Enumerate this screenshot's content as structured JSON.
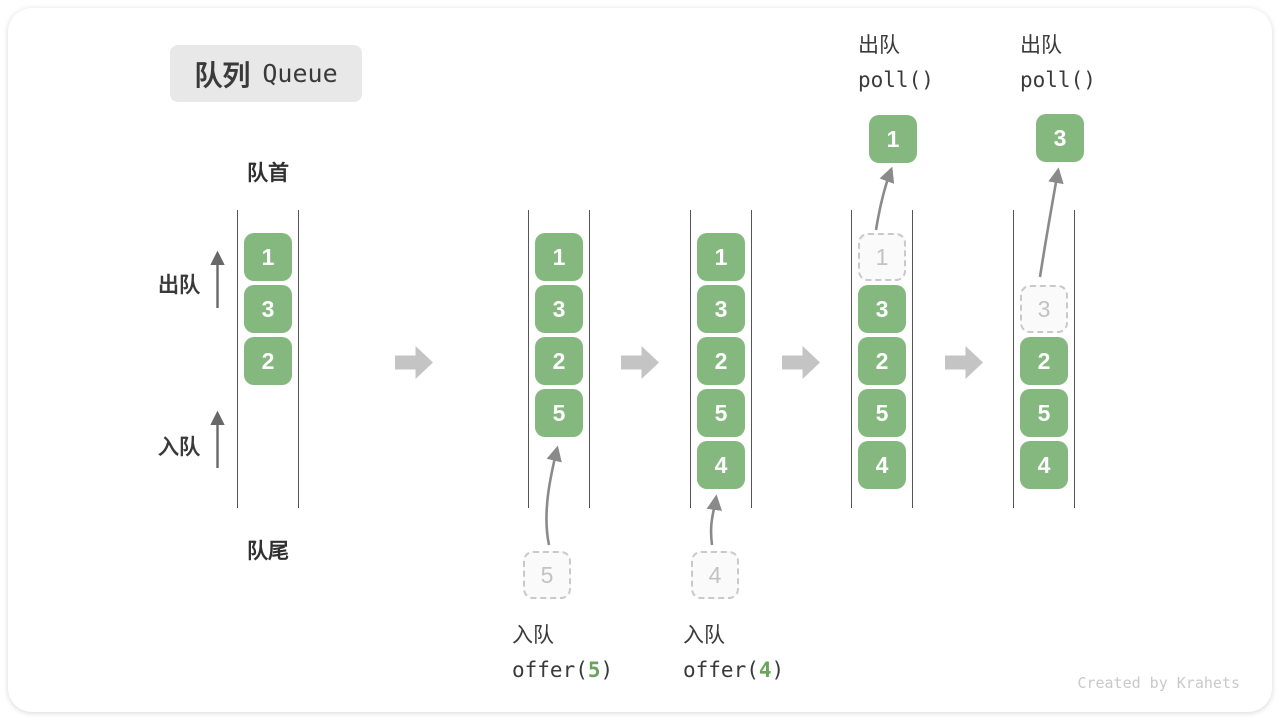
{
  "title": {
    "zh": "队列",
    "en": "Queue"
  },
  "pointers": {
    "front": "队首",
    "rear": "队尾"
  },
  "side": {
    "dequeue": "出队",
    "enqueue": "入队"
  },
  "colors": {
    "box_green": "#85b87e",
    "badge_bg": "#e8e8e8",
    "dashed_border": "#c9c9c9",
    "block_arrow": "#c4c4c4",
    "wall_line": "#555555",
    "code_arg_green": "#68a55a",
    "watermark_gray": "#c9c9c9"
  },
  "queues": [
    {
      "boxes": [
        "1",
        "3",
        "2"
      ]
    },
    {
      "boxes": [
        "1",
        "3",
        "2",
        "5"
      ],
      "incoming": "5"
    },
    {
      "boxes": [
        "1",
        "3",
        "2",
        "5",
        "4"
      ],
      "incoming": "4"
    },
    {
      "removed": "1",
      "boxes": [
        "3",
        "2",
        "5",
        "4"
      ],
      "result": "1"
    },
    {
      "removed": "3",
      "boxes": [
        "2",
        "5",
        "4"
      ],
      "result": "3"
    }
  ],
  "operations": {
    "enqueue": [
      {
        "label": "入队",
        "code_pre": "offer(",
        "arg": "5",
        "code_post": ")"
      },
      {
        "label": "入队",
        "code_pre": "offer(",
        "arg": "4",
        "code_post": ")"
      }
    ],
    "dequeue": [
      {
        "label": "出队",
        "code": "poll()"
      },
      {
        "label": "出队",
        "code": "poll()"
      }
    ]
  },
  "watermark": "Created by Krahets"
}
